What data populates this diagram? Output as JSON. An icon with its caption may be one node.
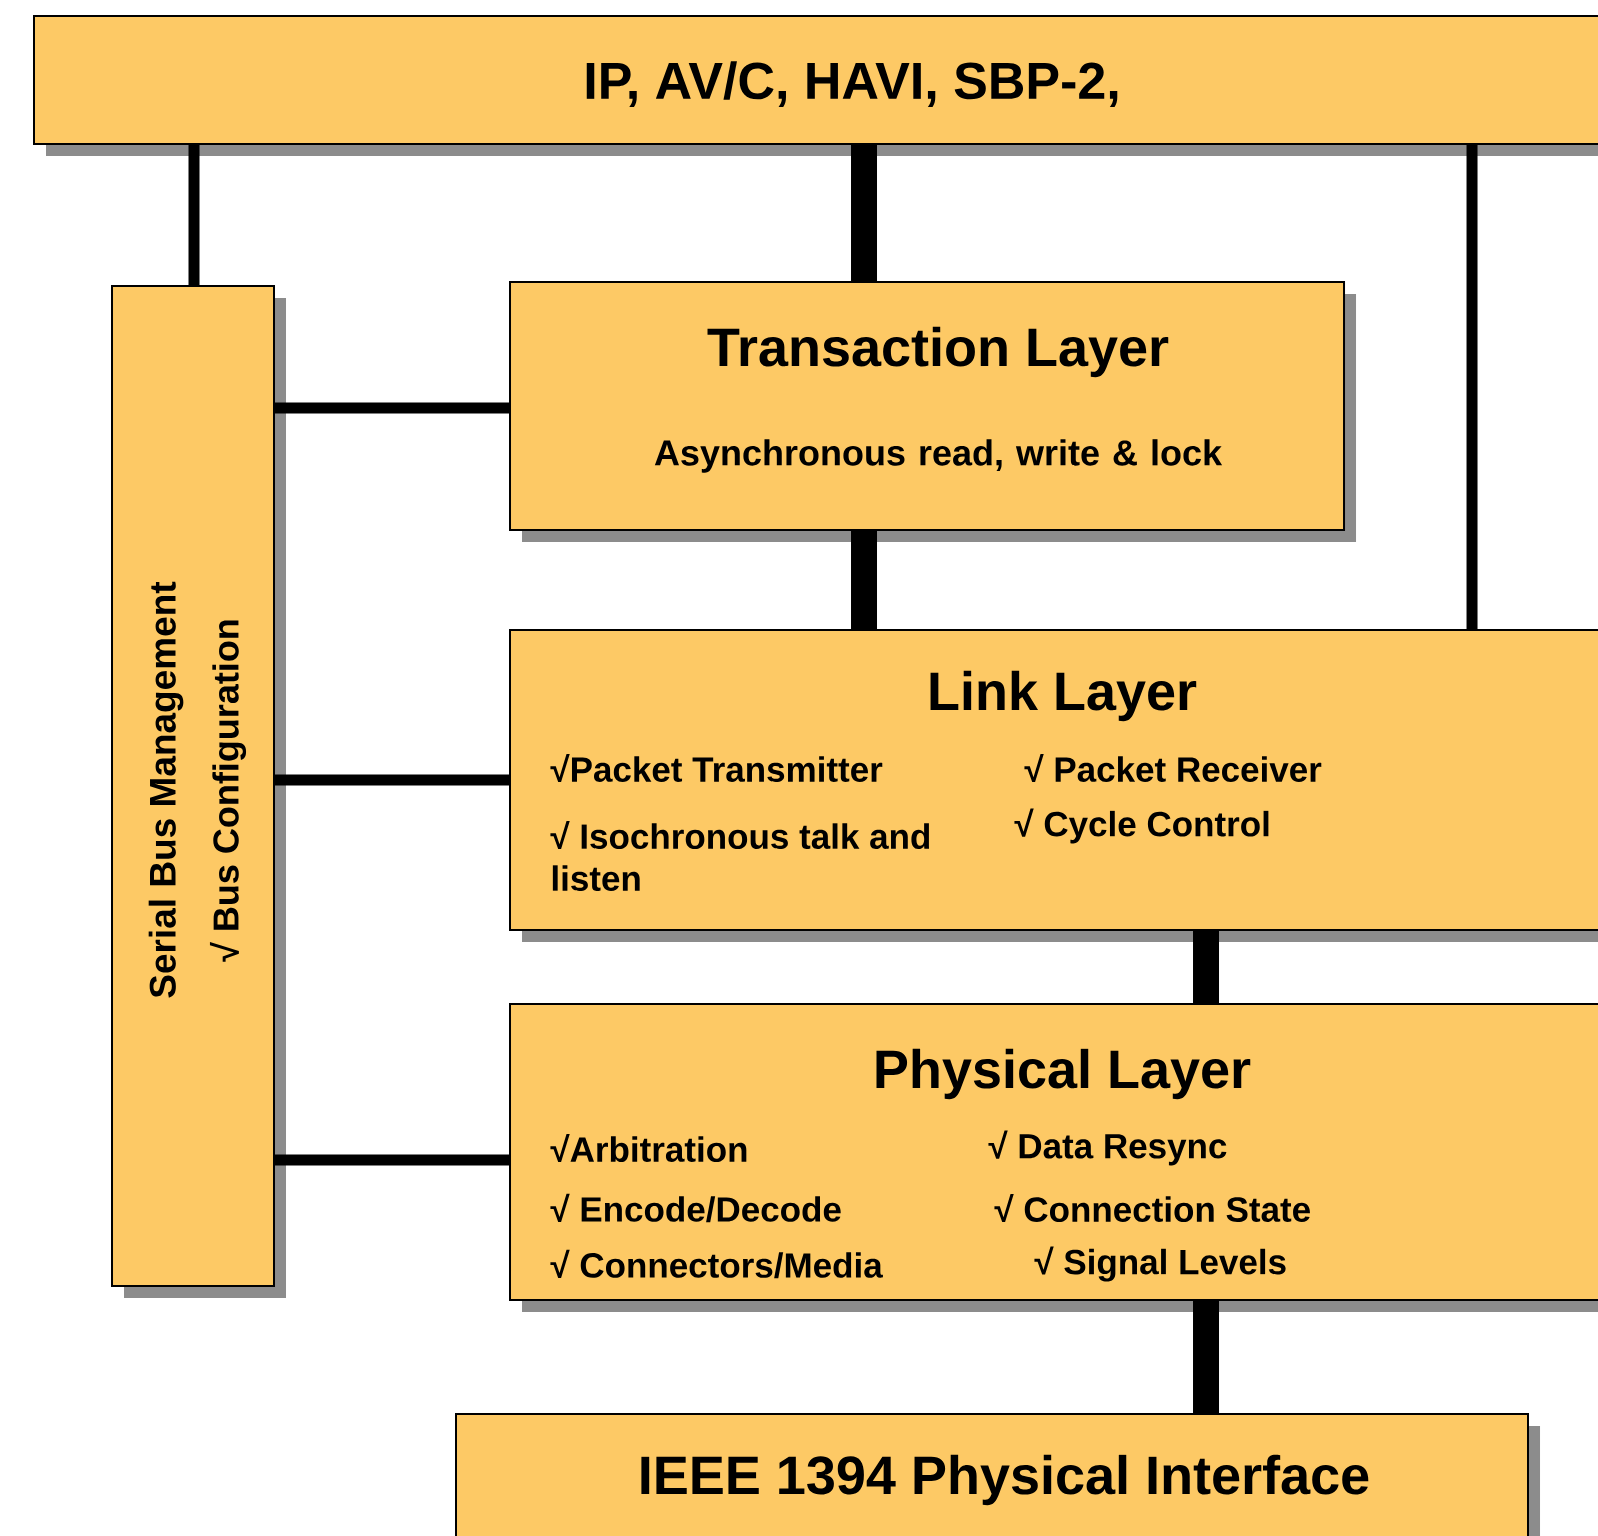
{
  "diagram": {
    "nodes": [
      {
        "text": [
          "IP, AV/C, HAVI, SBP-2,"
        ]
      },
      {
        "text": [
          "Serial Bus Management",
          "√ Bus Configuration"
        ]
      },
      {
        "text": [
          "Transaction Layer",
          "Asynchronous read, write & lock"
        ]
      },
      {
        "text": [
          "Link Layer",
          "√Packet Transmitter",
          "√ Packet Receiver",
          "√ Isochronous talk and listen",
          "√ Cycle Control"
        ]
      },
      {
        "text": [
          "Physical Layer",
          "√Arbitration",
          "√ Data Resync",
          "√ Encode/Decode",
          "√ Connection State",
          "√ Connectors/Media",
          "√ Signal Levels"
        ]
      },
      {
        "text": [
          "IEEE 1394 Physical Interface"
        ]
      }
    ],
    "edges": [
      {
        "from": 0,
        "to": 1,
        "arrow": "none"
      },
      {
        "from": 0,
        "to": 2,
        "arrow": "none",
        "style": "thick"
      },
      {
        "from": 0,
        "to": 3,
        "arrow": "none"
      },
      {
        "from": 1,
        "to": 2,
        "arrow": "none"
      },
      {
        "from": 1,
        "to": 3,
        "arrow": "none"
      },
      {
        "from": 1,
        "to": 4,
        "arrow": "none"
      },
      {
        "from": 2,
        "to": 3,
        "arrow": "none",
        "style": "thick"
      },
      {
        "from": 3,
        "to": 4,
        "arrow": "none",
        "style": "thick"
      },
      {
        "from": 4,
        "to": 5,
        "arrow": "none",
        "style": "thick"
      }
    ]
  }
}
